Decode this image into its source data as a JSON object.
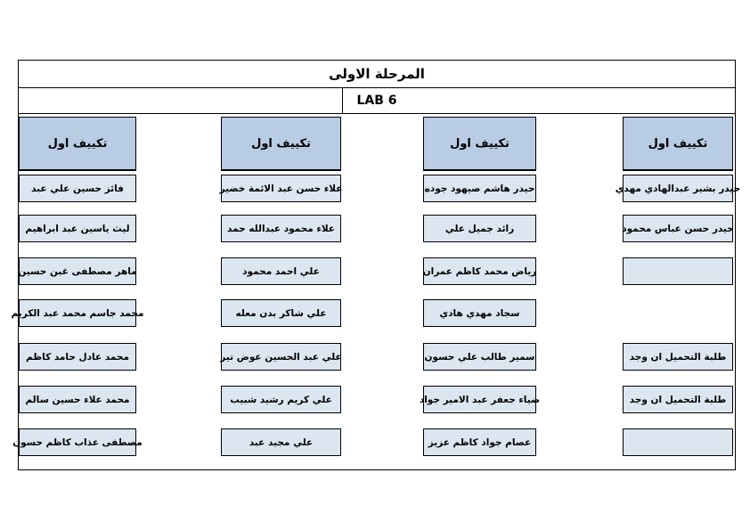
{
  "document": {
    "stage_title": "المرحلة الاولى",
    "lab_title": "LAB 6"
  },
  "groups": [
    {
      "position": "rightmost",
      "header": "تكييف اول",
      "slots": [
        "حيدر بشير عبدالهادي مهدي",
        "حيدر حسن عباس محمود",
        "",
        null,
        "طلبة التحميل ان وجد",
        "طلبة التحميل ان وجد",
        ""
      ]
    },
    {
      "position": "center-right",
      "header": "تكييف اول",
      "slots": [
        "حيدر هاشم صيهود جوده",
        "رائد جميل علي",
        "رياض محمد كاظم عمران",
        "سجاد مهدي هادي",
        "سمير طالب علي حسون",
        "ضياء جعفر عبد الامير جواد",
        "عصام جواد كاظم عزيز"
      ]
    },
    {
      "position": "center-left",
      "header": "تكييف اول",
      "slots": [
        "علاء حسن عبد الائمة خضير",
        "علاء محمود عبدالله حمد",
        "علي احمد محمود",
        "علي شاكر بدن معله",
        "علي عبد الحسين عوض تير",
        "علي كريم رشيد شبيب",
        "علي مجيد عبد"
      ]
    },
    {
      "position": "leftmost",
      "header": "تكييف اول",
      "slots": [
        "فائز حسين علي عبد",
        "ليث ياسين عبد ابراهيم",
        "ماهر مصطفى غبن حسين",
        "محمد جاسم محمد عبد الكريم",
        "محمد عادل حامد كاظم",
        "محمد علاء حسين سالم",
        "مصطفى عذاب كاظم حسون"
      ]
    }
  ],
  "colors": {
    "header_fill": "#b8cce4",
    "cell_fill": "#dce6f1",
    "border": "#000000",
    "text": "#000000"
  }
}
